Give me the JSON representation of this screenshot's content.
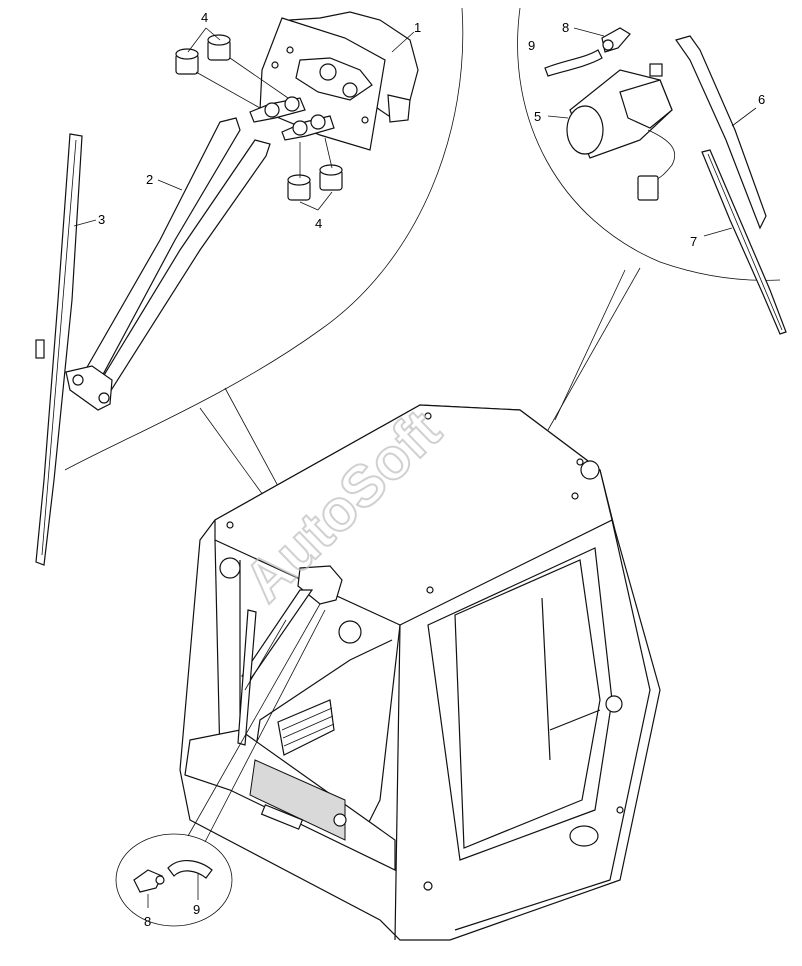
{
  "watermark": "AutoSoft",
  "callouts": [
    {
      "id": "c1",
      "label": "1"
    },
    {
      "id": "c2",
      "label": "2"
    },
    {
      "id": "c3",
      "label": "3"
    },
    {
      "id": "c4a",
      "label": "4"
    },
    {
      "id": "c4b",
      "label": "4"
    },
    {
      "id": "c5",
      "label": "5"
    },
    {
      "id": "c6",
      "label": "6"
    },
    {
      "id": "c7",
      "label": "7"
    },
    {
      "id": "c8a",
      "label": "8"
    },
    {
      "id": "c9a",
      "label": "9"
    },
    {
      "id": "c8b",
      "label": "8"
    },
    {
      "id": "c9b",
      "label": "9"
    }
  ]
}
